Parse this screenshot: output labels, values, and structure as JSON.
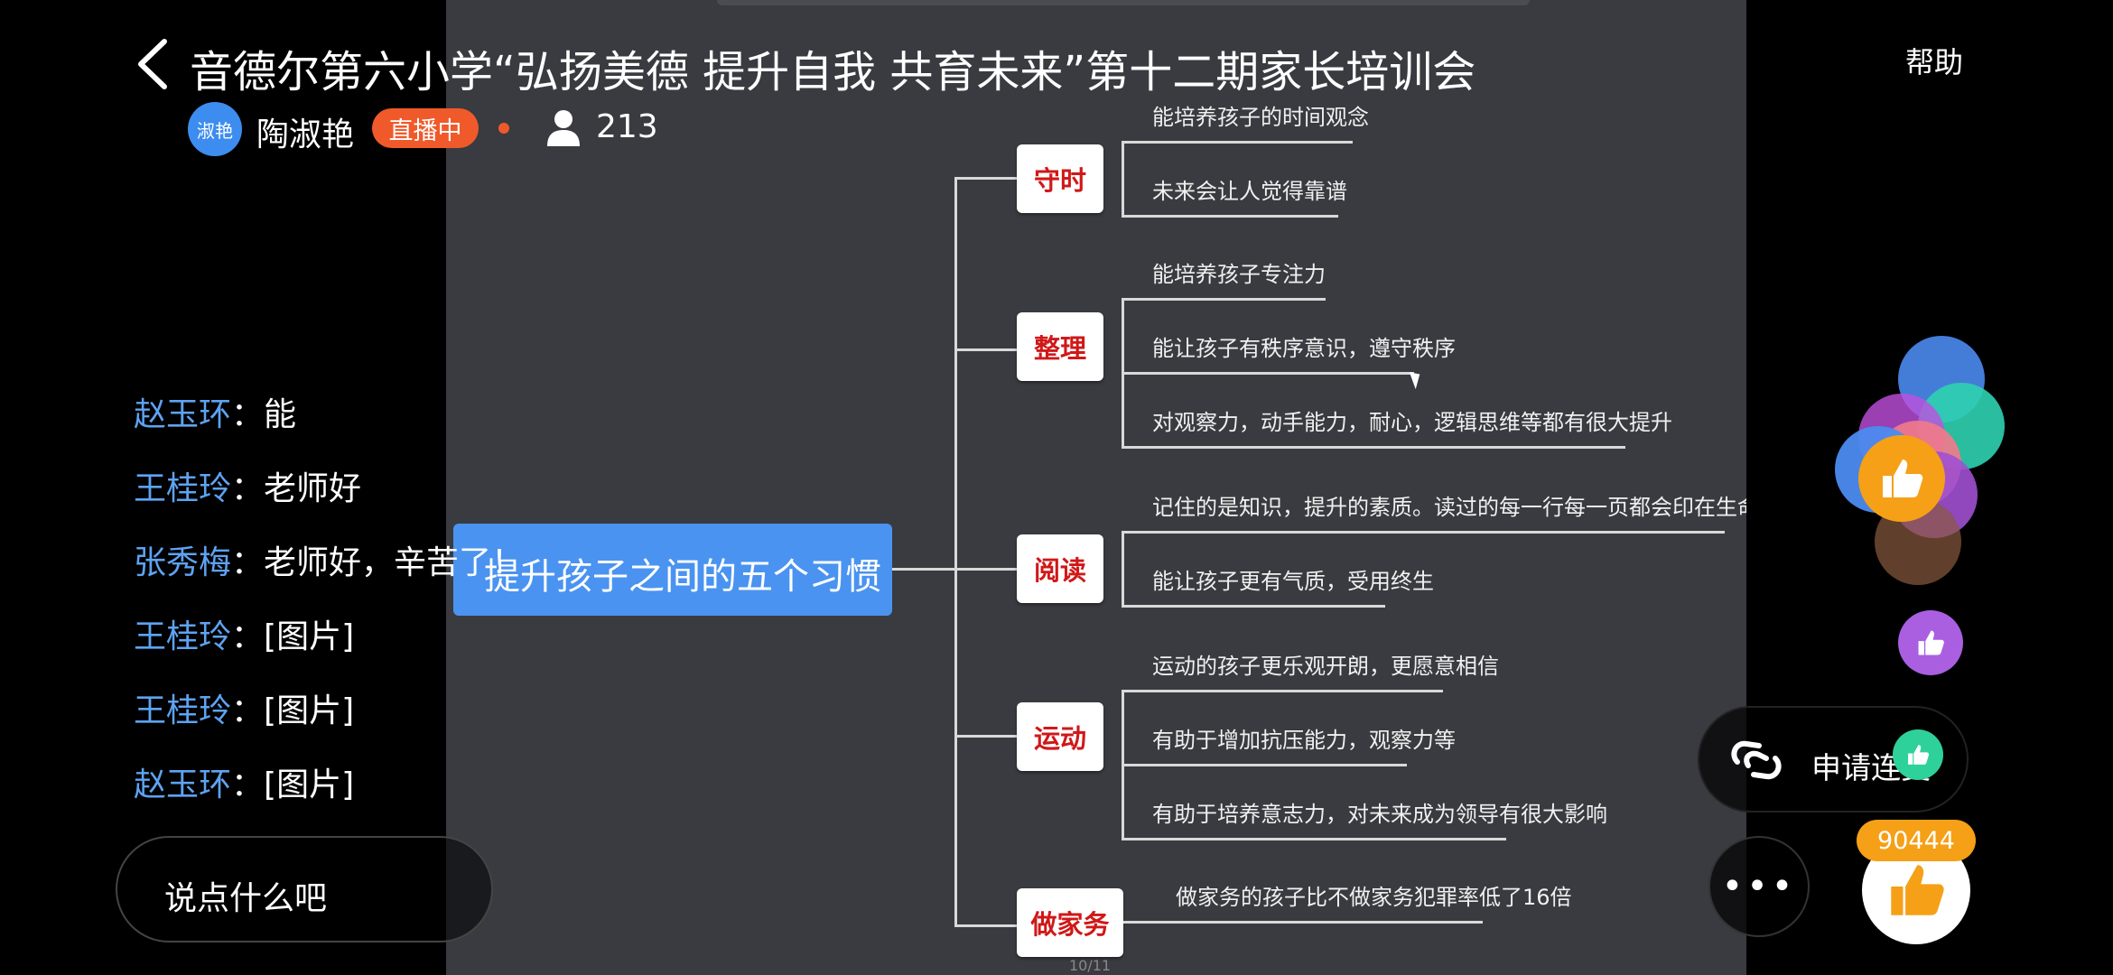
{
  "header": {
    "title": "音德尔第六小学“弘扬美德 提升自我 共育未来”第十二期家长培训会",
    "help_label": "帮助"
  },
  "host": {
    "avatar_text": "淑艳",
    "name": "陶淑艳",
    "live_badge": "直播中",
    "viewer_count": "213"
  },
  "slide": {
    "center_node": "提升孩子之间的五个习惯",
    "categories": [
      {
        "label": "守时",
        "items": [
          "能培养孩子的时间观念",
          "未来会让人觉得靠谱"
        ]
      },
      {
        "label": "整理",
        "items": [
          "能培养孩子专注力",
          "能让孩子有秩序意识，遵守秩序",
          "对观察力，动手能力，耐心，逻辑思维等都有很大提升"
        ]
      },
      {
        "label": "阅读",
        "items": [
          "记住的是知识，提升的素质。读过的每一行每一页都会印在生命中",
          "能让孩子更有气质，受用终生"
        ]
      },
      {
        "label": "运动",
        "items": [
          "运动的孩子更乐观开朗，更愿意相信",
          "有助于增加抗压能力，观察力等",
          "有助于培养意志力，对未来成为领导有很大影响"
        ]
      },
      {
        "label": "做家务",
        "items": [
          "做家务的孩子比不做家务犯罪率低了16倍"
        ]
      }
    ],
    "page_indicator": "10/11"
  },
  "chat": [
    {
      "user": "赵玉环",
      "sep": "：",
      "text": "能"
    },
    {
      "user": "王桂玲",
      "sep": "：",
      "text": "老师好"
    },
    {
      "user": "张秀梅",
      "sep": "：",
      "text": "老师好，辛苦了！"
    },
    {
      "user": "王桂玲",
      "sep": "：",
      "text": "[图片]"
    },
    {
      "user": "王桂玲",
      "sep": "：",
      "text": "[图片]"
    },
    {
      "user": "赵玉环",
      "sep": "：",
      "text": "[图片]"
    }
  ],
  "comment": {
    "placeholder": "说点什么吧"
  },
  "actions": {
    "connect_label": "申请连麦",
    "like_count": "90444"
  }
}
